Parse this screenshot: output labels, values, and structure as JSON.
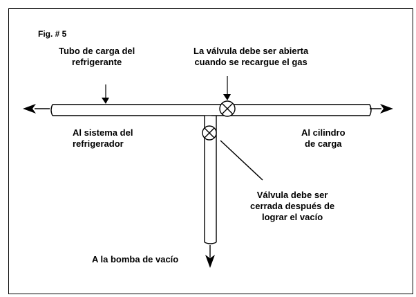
{
  "figure": {
    "fig_label": "Fig. # 5",
    "charge_tube": [
      "Tubo de carga del",
      "refrigerante"
    ],
    "valve_open": [
      "La válvula  debe ser abierta",
      "cuando se recargue el gas"
    ],
    "to_system": [
      "Al sistema del",
      "refrigerador"
    ],
    "to_cylinder": [
      "Al  cilindro",
      "de carga"
    ],
    "valve_closed": [
      "Válvula  debe ser",
      "cerrada después de",
      "lograr el vacío"
    ],
    "to_pump": "A la bomba de vacío"
  }
}
